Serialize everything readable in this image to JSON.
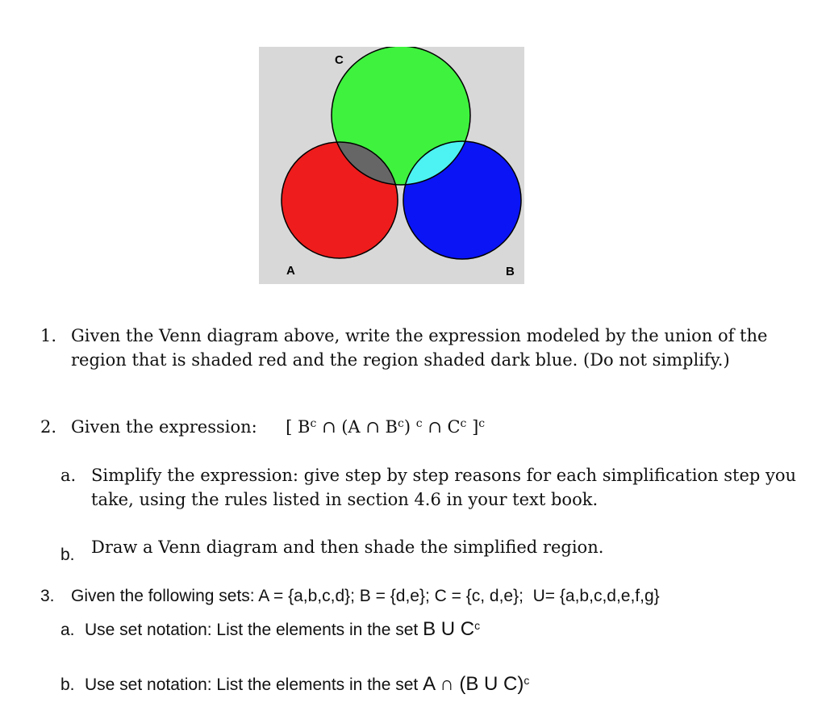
{
  "venn": {
    "labels": {
      "c": "C",
      "a": "A",
      "b": "B"
    },
    "colors": {
      "background": "#d8d8d8",
      "a_only": "#ee1c1c",
      "b_only": "#0a14f5",
      "c_only": "#3ef23e",
      "a_and_c": "#666666",
      "b_and_c": "#4df2f2",
      "a_and_b": "#ef1aef",
      "a_and_b_and_c": "#666666",
      "outline": "#000000"
    }
  },
  "questions": {
    "q1": {
      "number": "1.",
      "line1": "Given the Venn diagram above, write the expression modeled by the union of the",
      "line2": "region that is shaded red and the region shaded dark blue.  (Do not simplify.)"
    },
    "q2": {
      "number": "2.",
      "lead": "Given the expression:",
      "expr": {
        "p1": "[ B",
        "s1": "c",
        "p2": " ∩ (A ∩ B",
        "s2": "c",
        "p3": ") ",
        "s3": "c",
        "p4": " ∩ C",
        "s4": "c",
        "p5": " ]",
        "s5": "c"
      },
      "a": {
        "letter": "a.",
        "line1": "Simplify the expression:  give step by step reasons for each simplification step you",
        "line2": "take, using the rules listed in section 4.6 in your text book."
      },
      "b": {
        "letter": "b.",
        "text": "Draw a Venn diagram and then shade the simplified region."
      }
    },
    "q3": {
      "number": "3.",
      "text": "Given the following sets: A = {a,b,c,d}; B = {d,e}; C = {c, d,e};",
      "universe": "U= {a,b,c,d,e,f,g}",
      "a": {
        "letter": "a.",
        "text": "Use set notation:   List the elements in the set ",
        "expr": "B U C",
        "sup": "c"
      },
      "b": {
        "letter": "b.",
        "text": "Use set notation:  List the elements in the set ",
        "expr": "A ∩ (B U C)",
        "sup": "c"
      }
    }
  }
}
